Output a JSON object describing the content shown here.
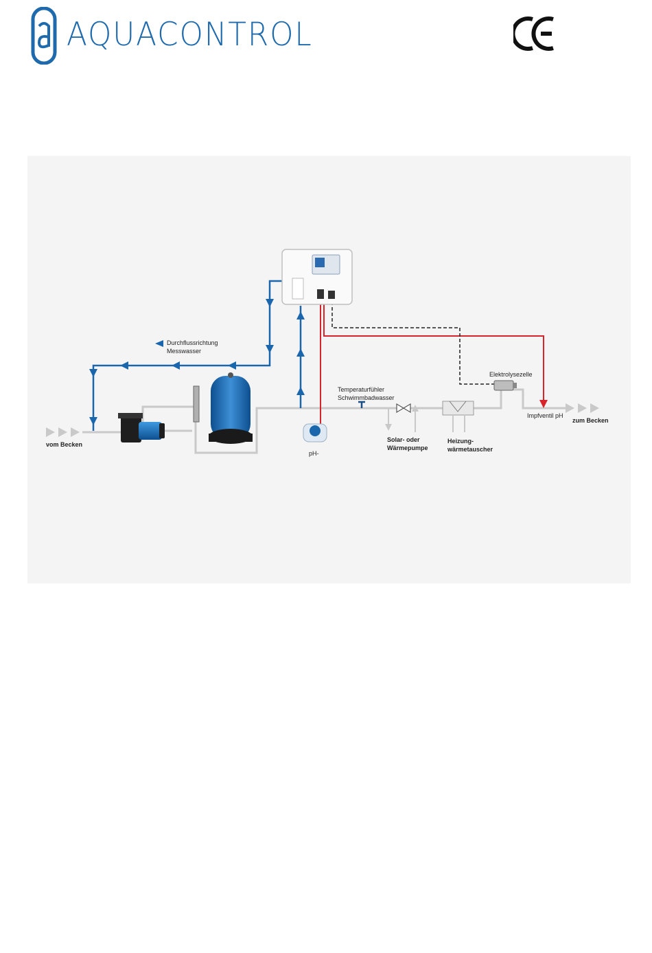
{
  "header": {
    "brand": "AQUACONTROL",
    "logo_icon": "aquacontrol-logo-icon",
    "certification_icon": "ce-mark-icon",
    "brand_color": "#1f6aad"
  },
  "diagram": {
    "background": "#f4f4f4",
    "line_colors": {
      "measurement_water": "#1a66ad",
      "dosing": "#d8232a",
      "pipe": "#c9c9c9",
      "signal": "#222222"
    },
    "labels": {
      "flow_direction_line1": "Durchflussrichtung",
      "flow_direction_line2": "Messwasser",
      "from_pool": "vom Becken",
      "to_pool": "zum Becken",
      "ph_minus": "pH-",
      "temp_sensor_line1": "Temperaturfühler",
      "temp_sensor_line2": "Schwimmbadwasser",
      "solar_line1": "Solar- oder",
      "solar_line2": "Wärmepumpe",
      "heat_exchanger_line1": "Heizung-",
      "heat_exchanger_line2": "wärmetauscher",
      "electrolysis_cell": "Elektrolysezelle",
      "injection_valve": "Impfventil pH"
    }
  }
}
